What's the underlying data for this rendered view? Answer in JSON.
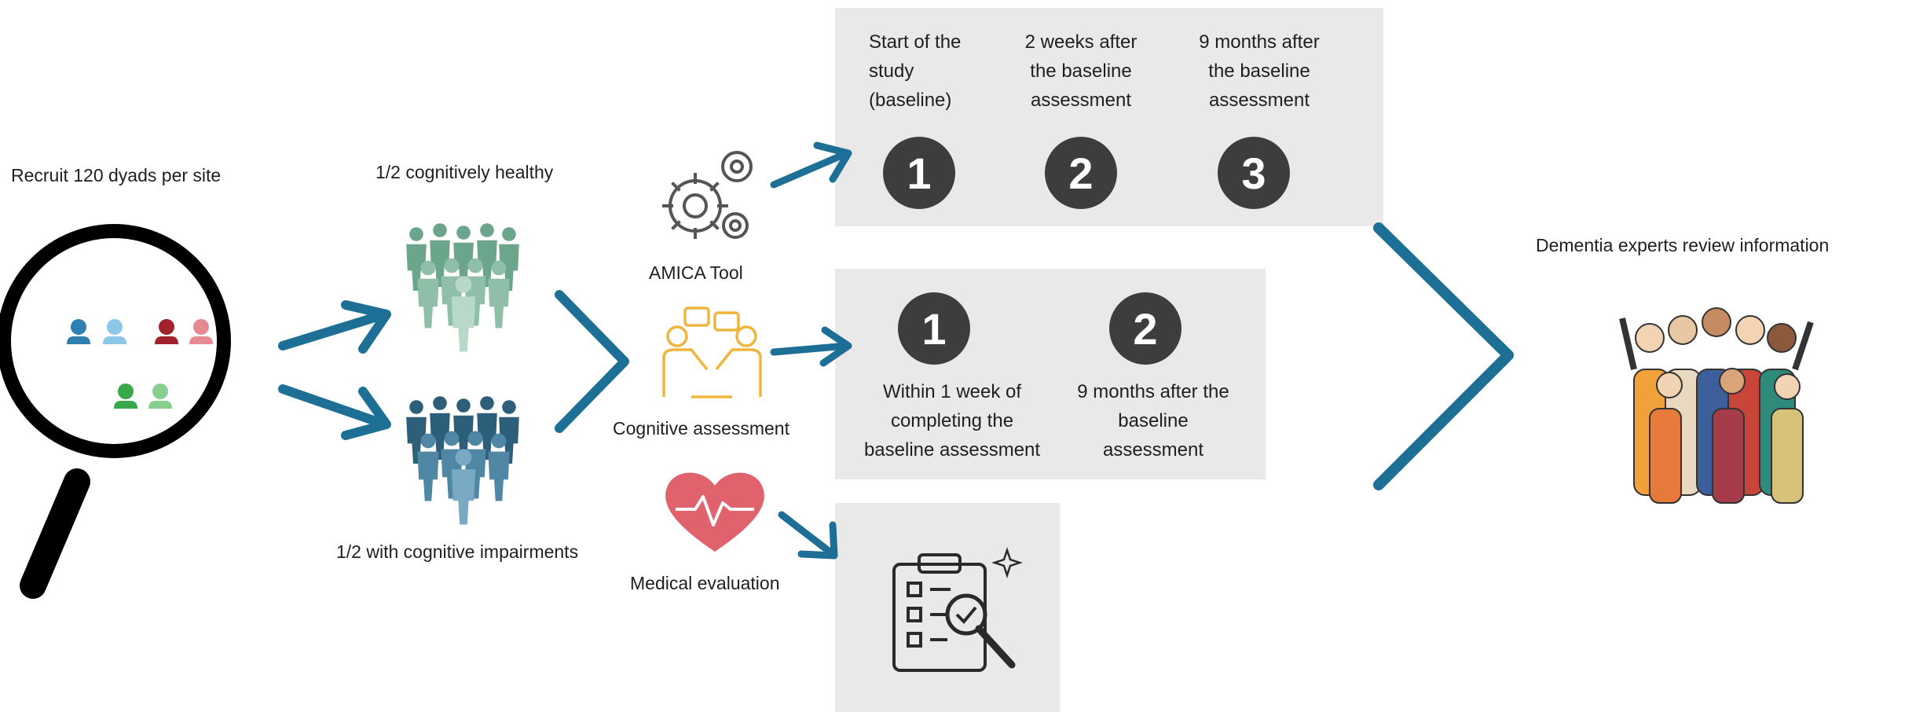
{
  "recruit": {
    "label": "Recruit 120 dyads per site"
  },
  "groups": {
    "healthy_label": "1/2 cognitively healthy",
    "impaired_label": "1/2 with cognitive impairments"
  },
  "assessments": {
    "amica_label": "AMICA Tool",
    "cognitive_label": "Cognitive assessment",
    "medical_label": "Medical evaluation"
  },
  "amica_timeline": [
    {
      "number": "1",
      "text": "Start of the\nstudy\n(baseline)"
    },
    {
      "number": "2",
      "text": "2 weeks after\nthe baseline\nassessment"
    },
    {
      "number": "3",
      "text": "9 months after\nthe baseline\nassessment"
    }
  ],
  "cognitive_timeline": [
    {
      "number": "1",
      "text": "Within 1 week of\ncompleting the\nbaseline assessment"
    },
    {
      "number": "2",
      "text": "9 months after the\nbaseline\nassessment"
    }
  ],
  "review": {
    "label": "Dementia experts review information"
  },
  "colors": {
    "arrow": "#1d6f96",
    "panel": "#e9e9e9",
    "number_badge": "#3d3d3d",
    "healthy_people": "#6aa58c",
    "impaired_people": "#2e5f7a",
    "heart": "#e0626c",
    "handshake": "#f0b53c"
  },
  "icons": [
    "magnifier-icon",
    "people-group-icon",
    "gears-icon",
    "handshake-icon",
    "heart-pulse-icon",
    "clipboard-icon",
    "crowd-illustration"
  ]
}
